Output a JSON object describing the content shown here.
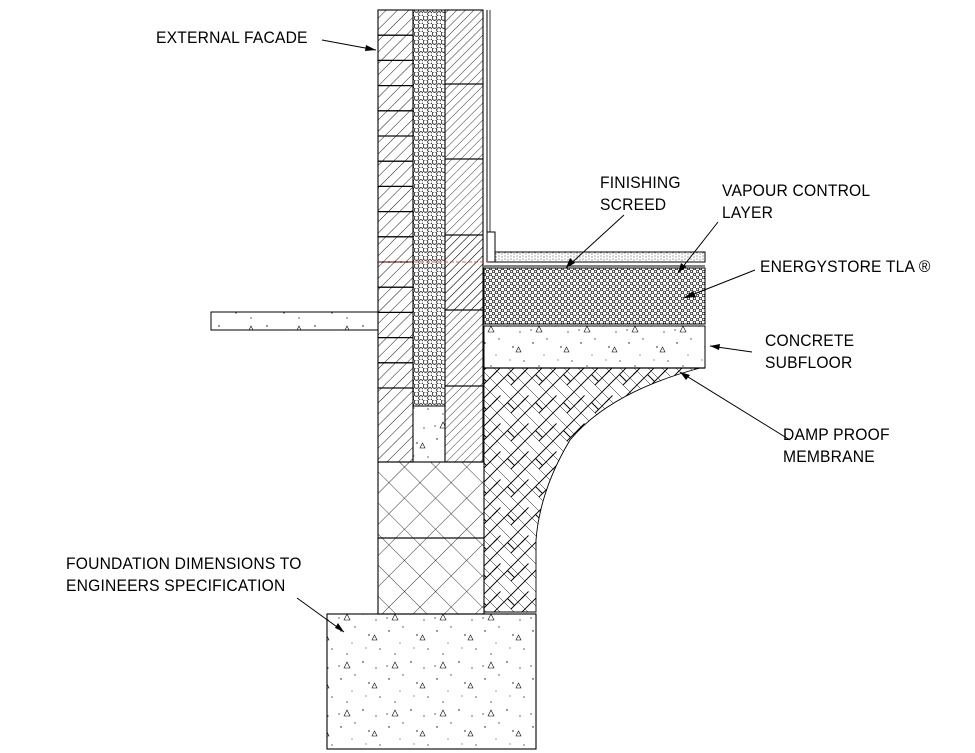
{
  "labels": {
    "external_facade": "EXTERNAL FACADE",
    "finishing_screed": [
      "FINISHING",
      "SCREED"
    ],
    "vapour_control_layer": [
      "VAPOUR CONTROL",
      "LAYER"
    ],
    "energystore": "ENERGYSTORE TLA ®",
    "concrete_subfloor": [
      "CONCRETE",
      "SUBFLOOR"
    ],
    "damp_proof_membrane": [
      "DAMP PROOF",
      "MEMBRANE"
    ],
    "foundation": [
      "FOUNDATION DIMENSIONS TO",
      "ENGINEERS SPECIFICATION"
    ]
  },
  "colors": {
    "line": "#000000",
    "background": "#ffffff",
    "dpc_mark": "#e0302a"
  }
}
